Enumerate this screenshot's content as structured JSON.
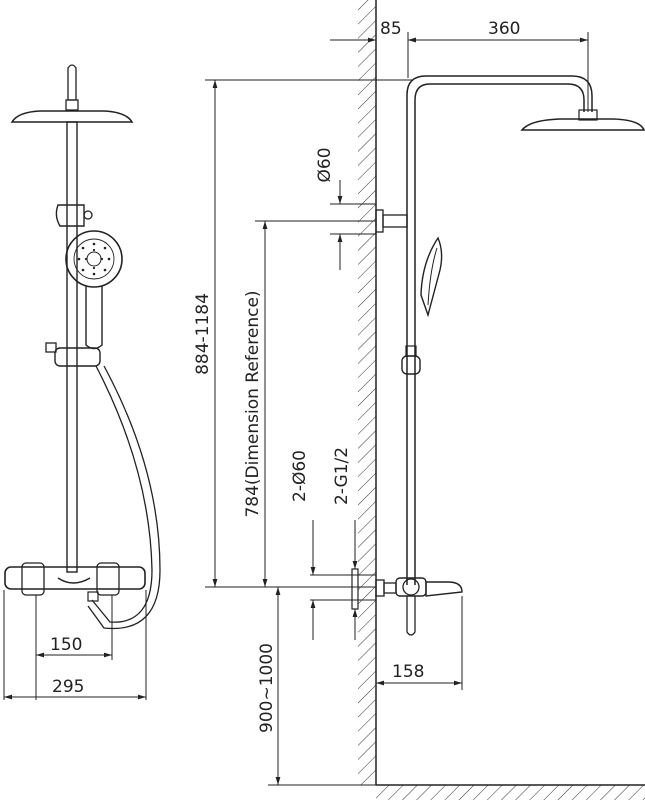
{
  "dimensions": {
    "wall_offset": "85",
    "arm_length": "360",
    "head_diameter": "Ø60",
    "height_range": "884-1184",
    "dimension_reference": "784(Dimension Reference)",
    "inlet_flange": "2-Ø60",
    "inlet_thread": "2-G1/2",
    "install_height": "900~1000",
    "spout_projection": "158",
    "inlet_centers": "150",
    "overall_width": "295"
  }
}
